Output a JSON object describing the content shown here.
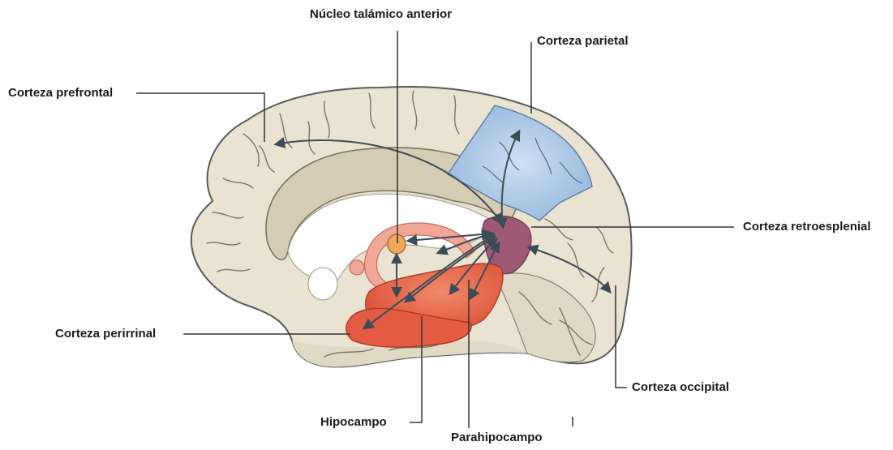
{
  "labels": {
    "anterior_thalamic": "Núcleo talámico anterior",
    "parietal": "Corteza parietal",
    "prefrontal": "Corteza prefrontal",
    "retrosplenial": "Corteza retroesplenial",
    "perirhinal": "Corteza perirrinal",
    "occipital": "Corteza occipital",
    "hippocampus": "Hipocampo",
    "parahippocampus": "Parahipocampo"
  },
  "colors": {
    "cortex": "#ebe3d2",
    "cingulate": "#d6ccb4",
    "outline": "#5a5a5a",
    "parietal": "#a8c6e6",
    "retrosplenial": "#9e5a74",
    "hippocampus": "#e2593f",
    "perirhinal": "#e35c42",
    "fornix": "#f2a796",
    "thalamus": "#f0a85a",
    "arrow": "#3c4c56",
    "leader": "#333333"
  }
}
